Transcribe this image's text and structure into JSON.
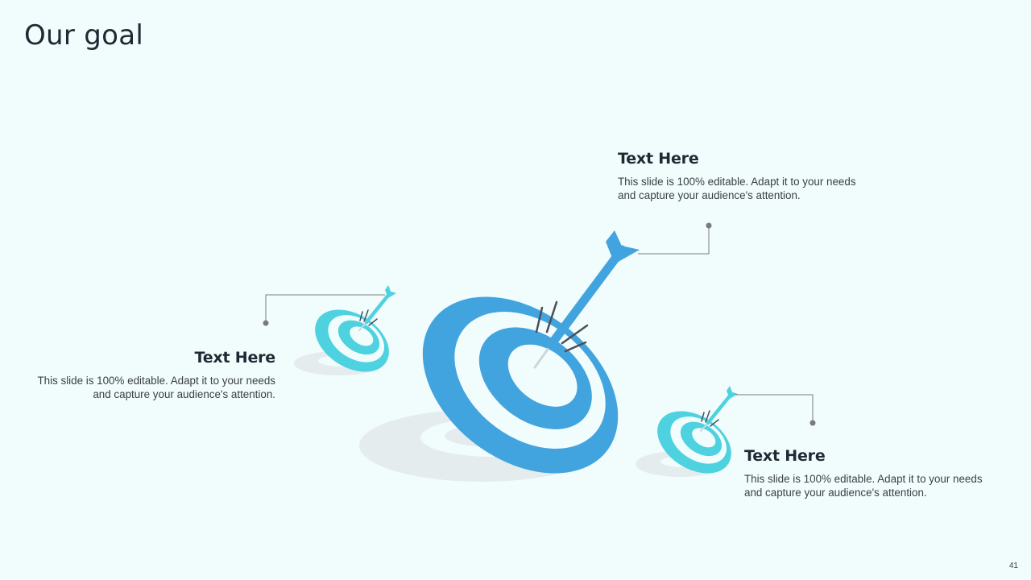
{
  "slide": {
    "title": "Our goal",
    "page_number": "41"
  },
  "callouts": [
    {
      "heading": "Text Here",
      "body": "This slide is 100% editable. Adapt it to your needs and capture your audience's attention."
    },
    {
      "heading": "Text Here",
      "body": "This slide is 100% editable. Adapt it to your needs and capture your audience's attention."
    },
    {
      "heading": "Text Here",
      "body": "This slide is 100% editable. Adapt it to your needs and capture your audience's attention."
    }
  ],
  "colors": {
    "background": "#f1fcfd",
    "main_target": "#42a4de",
    "small_target": "#4fd2e0",
    "shadow": "#e5ecee",
    "connector": "#7a7a7a",
    "heading_text": "#1f2933",
    "body_text": "#3a3f45"
  },
  "icons": [
    "main-target-icon",
    "dart-icon",
    "small-target-icon"
  ]
}
